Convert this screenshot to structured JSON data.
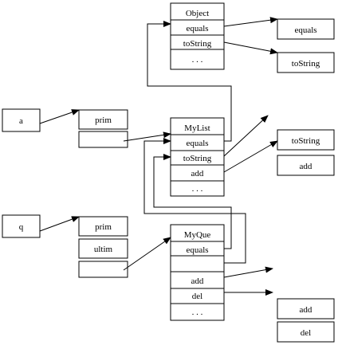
{
  "variables": {
    "a": "a",
    "q": "q"
  },
  "instance_a": {
    "prim": "prim",
    "pointer": ""
  },
  "instance_q": {
    "prim": "prim",
    "ultim": "ultim",
    "pointer": ""
  },
  "object_class": {
    "name": "Object",
    "rows": [
      "equals",
      "toString",
      ". . ."
    ]
  },
  "mylist_class": {
    "name": "MyList",
    "rows": [
      "equals",
      "toString",
      "add",
      ". . ."
    ]
  },
  "myque_class": {
    "name": "MyQue",
    "rows": [
      "equals",
      "",
      "add",
      "del",
      ". . ."
    ]
  },
  "object_methods": {
    "equals": "equals",
    "toString": "toString"
  },
  "mylist_methods": {
    "toString": "toString",
    "add": "add"
  },
  "myque_methods": {
    "add": "add",
    "del": "del"
  }
}
